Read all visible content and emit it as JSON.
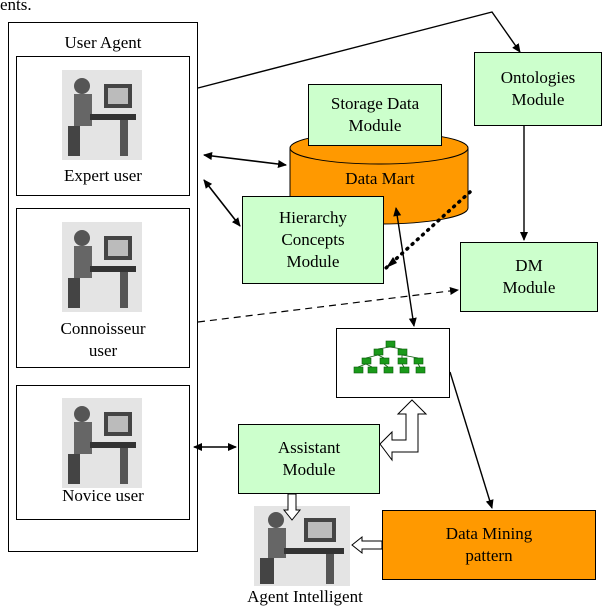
{
  "header_fragment": "ents.",
  "user_agent": {
    "title": "User Agent",
    "users": [
      {
        "label": "Expert user"
      },
      {
        "label_line1": "Connoisseur",
        "label_line2": "user"
      },
      {
        "label": "Novice user"
      }
    ]
  },
  "modules": {
    "storage": {
      "line1": "Storage Data",
      "line2": "Module"
    },
    "data_mart": "Data Mart",
    "ontologies": {
      "line1": "Ontologies",
      "line2": "Module"
    },
    "hierarchy": {
      "line1": "Hierarchy",
      "line2": "Concepts",
      "line3": "Module"
    },
    "dm": {
      "line1": "DM",
      "line2": "Module"
    },
    "assistant": {
      "line1": "Assistant",
      "line2": "Module"
    },
    "pattern": {
      "line1": "Data Mining",
      "line2": "pattern"
    }
  },
  "agent_label": "Agent Intelligent",
  "colors": {
    "green": "#ccffcc",
    "orange": "#ff9900"
  },
  "icons": [
    "person-at-computer-icon",
    "tree-structure-icon"
  ]
}
